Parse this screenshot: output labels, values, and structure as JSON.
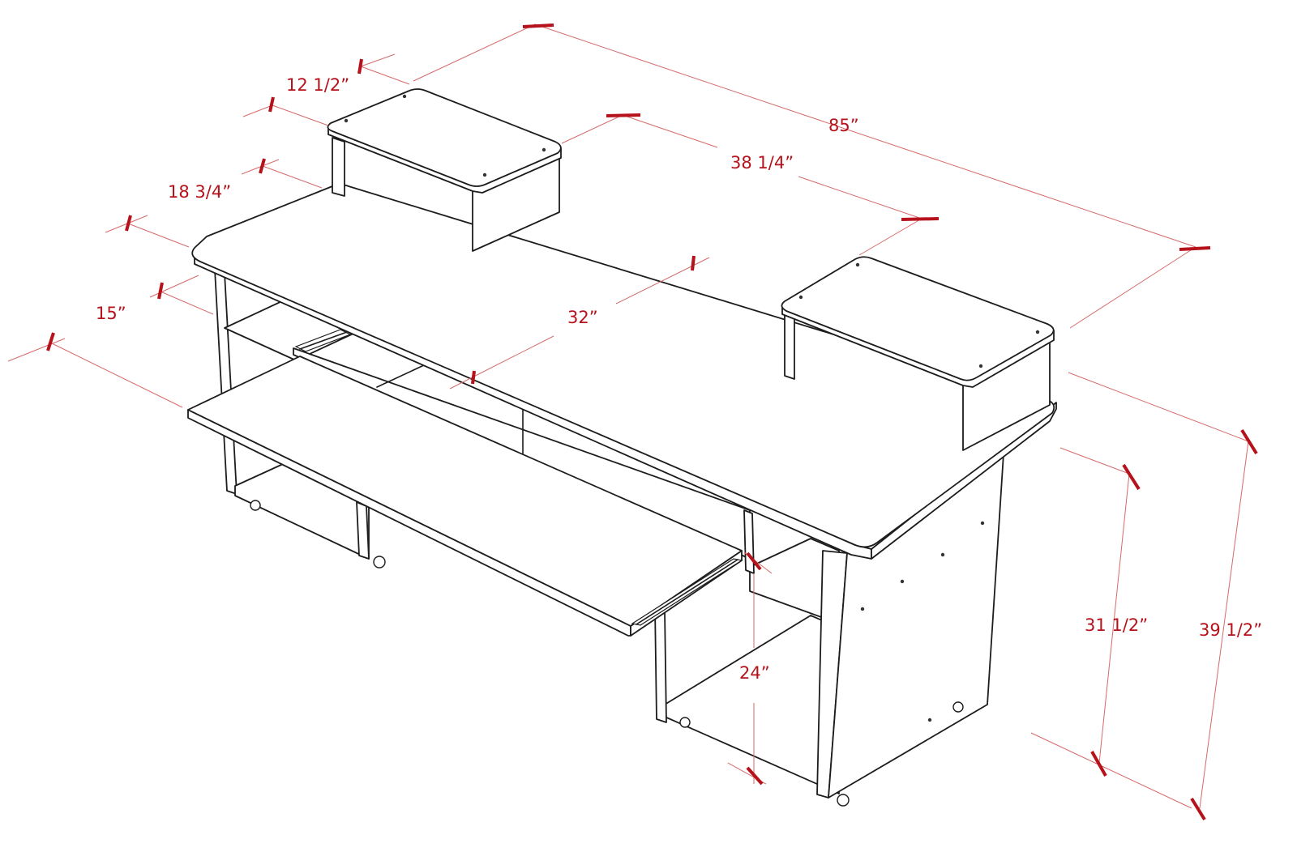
{
  "dimensions": {
    "riser_depth": "12 1/2”",
    "total_width": "85”",
    "riser_gap": "38 1/4”",
    "side_offset": "18 3/4”",
    "tray_depth": "15”",
    "desk_depth": "32”",
    "tray_width": "24”",
    "desk_height": "31 1/2”",
    "total_height": "39 1/2”"
  },
  "colors": {
    "dimension": "#b5121b",
    "dimension_line": "#d66a6a",
    "linework": "#1c1c1c",
    "background": "#ffffff"
  }
}
